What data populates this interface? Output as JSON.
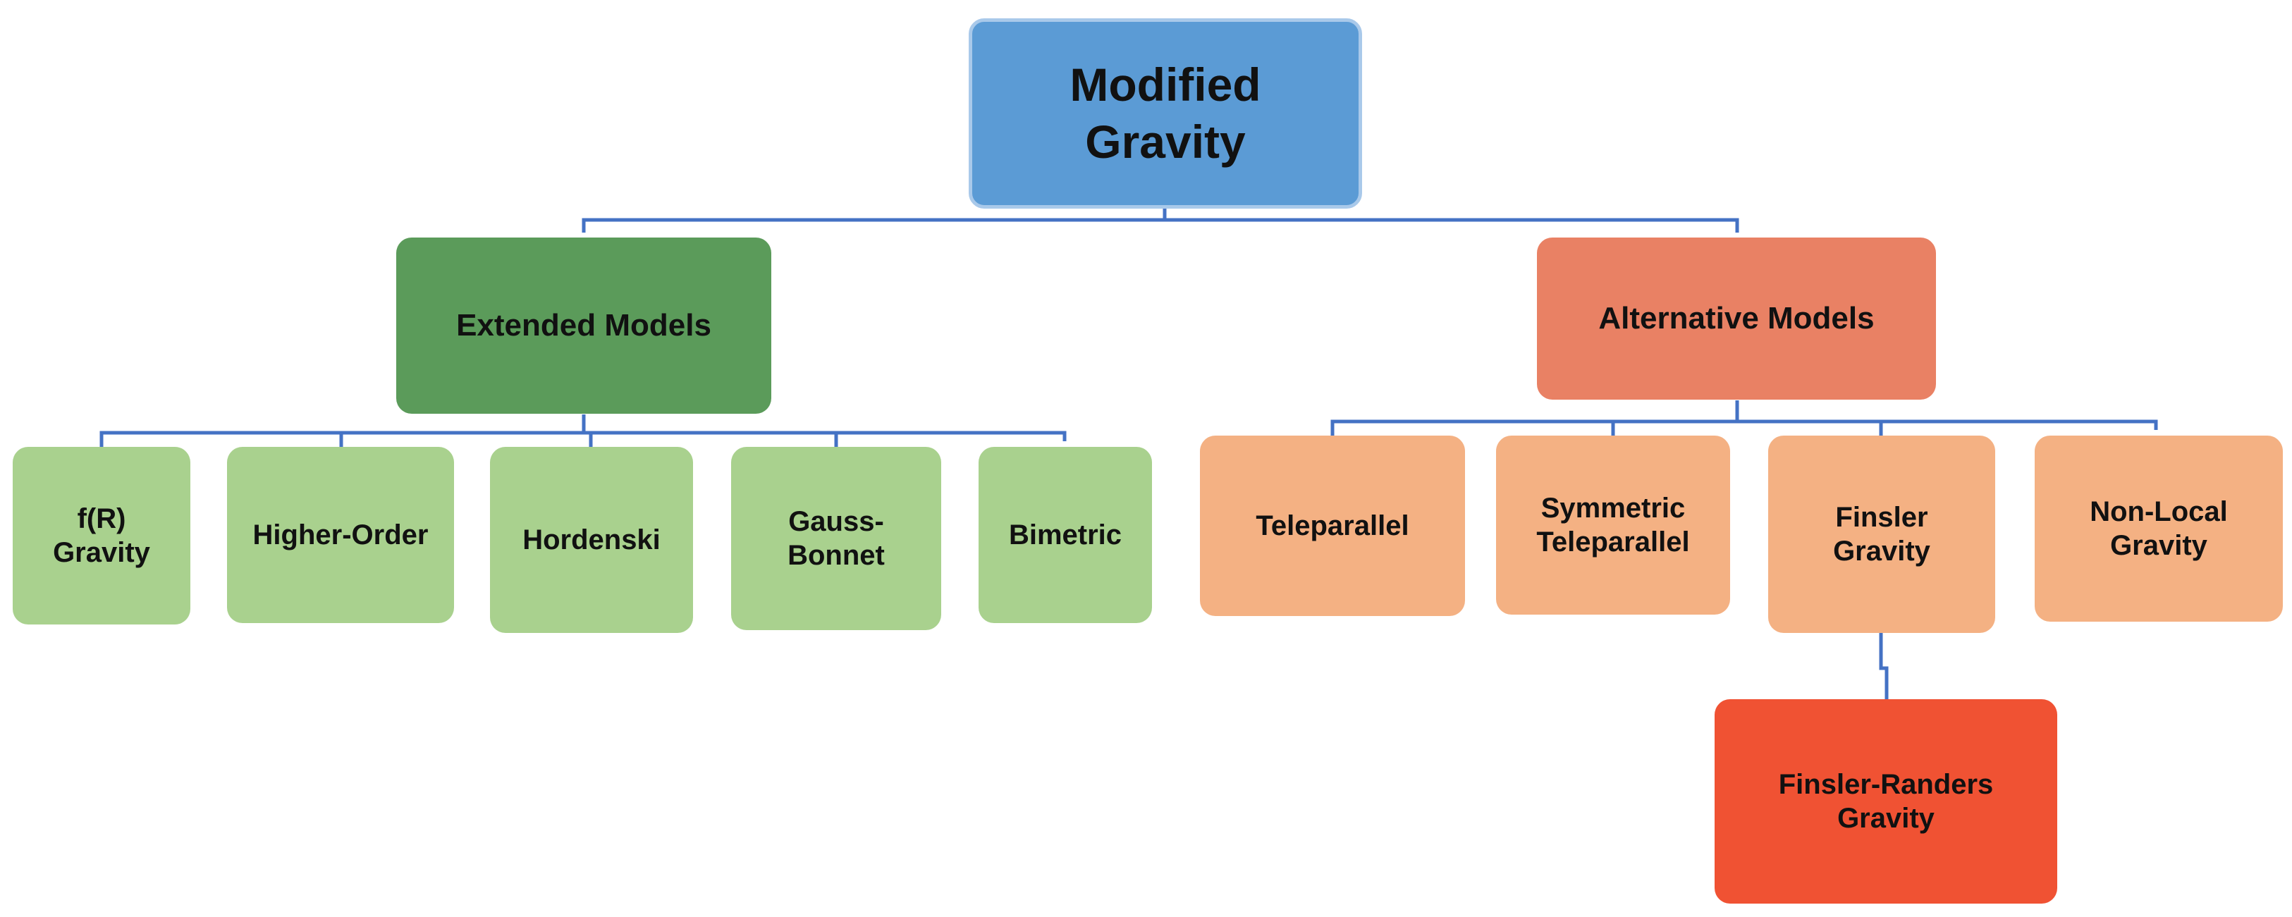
{
  "root": {
    "label": "Modified Gravity"
  },
  "branches": [
    {
      "label": "Extended Models",
      "children": [
        "f(R) Gravity",
        "Higher-Order",
        "Hordenski",
        "Gauss-Bonnet",
        "Bimetric"
      ]
    },
    {
      "label": "Alternative Models",
      "children": [
        "Teleparallel",
        "Symmetric Teleparallel",
        "Finsler Gravity",
        "Non-Local Gravity"
      ],
      "sub_child": {
        "parent": "Finsler Gravity",
        "label": "Finsler-Randers Gravity"
      }
    }
  ],
  "colors": {
    "root": "#5b9bd5",
    "extended": "#5b9b5a",
    "extended_children": "#a9d18e",
    "alternative": "#e98164",
    "alternative_children": "#f4b183",
    "finsler_randers": "#f05233",
    "connector": "#4472c4"
  }
}
